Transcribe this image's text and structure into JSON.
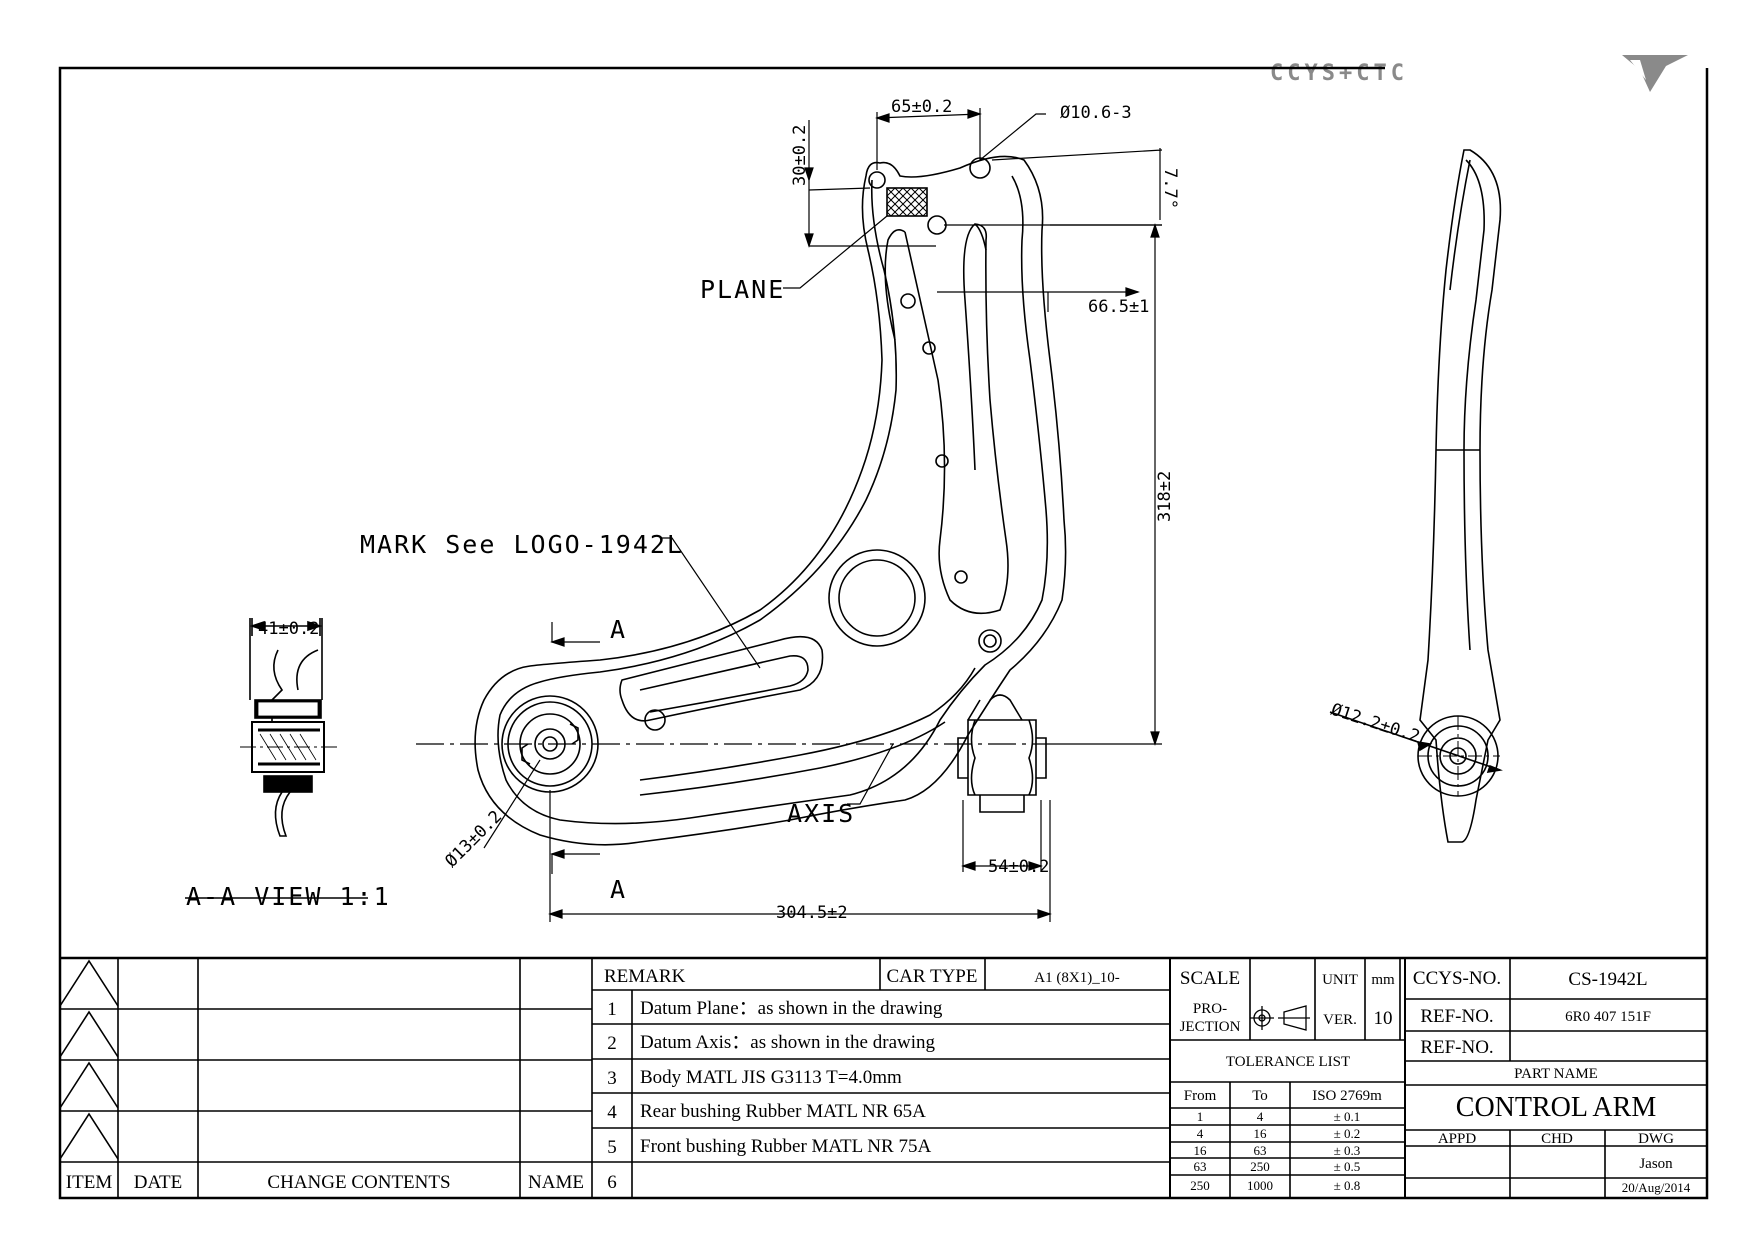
{
  "brand": {
    "logo_text": "CCYS+CTC"
  },
  "labels": {
    "plane": "PLANE",
    "axis": "AXIS",
    "mark": "MARK See LOGO-1942L",
    "section_a": "A",
    "view_title": "A-A VIEW 1:1"
  },
  "dimensions": {
    "width_top": "65±0.2",
    "hole_top": "Ø10.6-3",
    "height_top": "30±0.2",
    "angle": "7.7°",
    "offset": "66.5±1",
    "height_main": "318±2",
    "bushing_width": "41±0.2",
    "bore": "Ø13±0.2",
    "rear_bushing": "54±0.2",
    "overall_length": "304.5±2",
    "side_hole": "Ø12.2±0.2"
  },
  "revision": {
    "headers": {
      "item": "ITEM",
      "date": "DATE",
      "change": "CHANGE CONTENTS",
      "name": "NAME"
    }
  },
  "remarks": {
    "header": "REMARK",
    "car_type_label": "CAR TYPE",
    "car_type_value": "A1 (8X1)_10-",
    "items": [
      {
        "no": "1",
        "text": "Datum Plane：as shown in the drawing"
      },
      {
        "no": "2",
        "text": "Datum Axis：as shown in the drawing"
      },
      {
        "no": "3",
        "text": "Body MATL JIS G3113 T=4.0mm"
      },
      {
        "no": "4",
        "text": "Rear bushing Rubber MATL NR 65A"
      },
      {
        "no": "5",
        "text": "Front bushing Rubber MATL NR 75A"
      },
      {
        "no": "6",
        "text": ""
      }
    ]
  },
  "block": {
    "scale_label": "SCALE",
    "scale_value": "",
    "unit_label": "UNIT",
    "unit_value": "mm",
    "projection_line1": "PRO-",
    "projection_line2": "JECTION",
    "ver_label": "VER.",
    "ver_value": "10",
    "tolerance_title": "TOLERANCE LIST",
    "tol_from": "From",
    "tol_to": "To",
    "tol_std": "ISO 2769m",
    "tolerance_rows": [
      {
        "from": "1",
        "to": "4",
        "tol": "± 0.1"
      },
      {
        "from": "4",
        "to": "16",
        "tol": "± 0.2"
      },
      {
        "from": "16",
        "to": "63",
        "tol": "± 0.3"
      },
      {
        "from": "63",
        "to": "250",
        "tol": "± 0.5"
      },
      {
        "from": "250",
        "to": "1000",
        "tol": "± 0.8"
      }
    ],
    "ccys_label": "CCYS-NO.",
    "ccys_value": "CS-1942L",
    "ref1_label": "REF-NO.",
    "ref1_value": "6R0 407 151F",
    "ref2_label": "REF-NO.",
    "ref2_value": "",
    "part_name_label": "PART NAME",
    "part_name_value": "CONTROL ARM",
    "appd": "APPD",
    "chd": "CHD",
    "dwg": "DWG",
    "drawn_by": "Jason",
    "date": "20/Aug/2014"
  }
}
